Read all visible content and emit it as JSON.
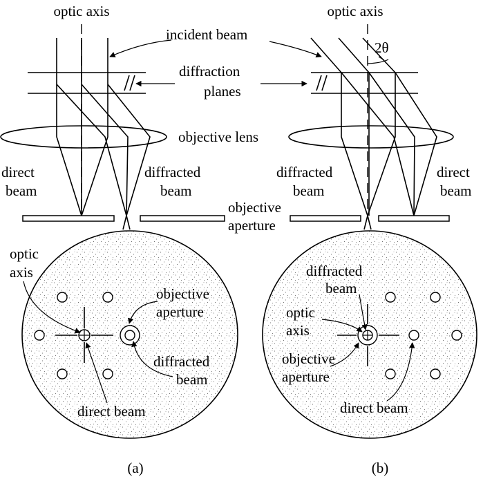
{
  "labels": {
    "optic_axis_a": "optic axis",
    "optic_axis_b": "optic axis",
    "incident_beam": "incident beam",
    "two_theta": "2θ",
    "diffraction_1": "diffraction",
    "diffraction_2": "planes",
    "objective_lens": "objective lens",
    "direct_a_1": "direct",
    "direct_a_2": "beam",
    "diffracted_a_1": "diffracted",
    "diffracted_a_2": "beam",
    "diffracted_b_1": "diffracted",
    "diffracted_b_2": "beam",
    "direct_b_1": "direct",
    "direct_b_2": "beam",
    "objective_aperture_1": "objective",
    "objective_aperture_2": "aperture",
    "screen_a_optic_1": "optic",
    "screen_a_optic_2": "axis",
    "screen_a_obj_1": "objective",
    "screen_a_obj_2": "aperture",
    "screen_a_diff_1": "diffracted",
    "screen_a_diff_2": "beam",
    "screen_a_direct": "direct beam",
    "screen_b_diff_1": "diffracted",
    "screen_b_diff_2": "beam",
    "screen_b_optic_1": "optic",
    "screen_b_optic_2": "axis",
    "screen_b_obj_1": "objective",
    "screen_b_obj_2": "aperture",
    "screen_b_direct": "direct beam",
    "caption_a": "(a)",
    "caption_b": "(b)"
  }
}
